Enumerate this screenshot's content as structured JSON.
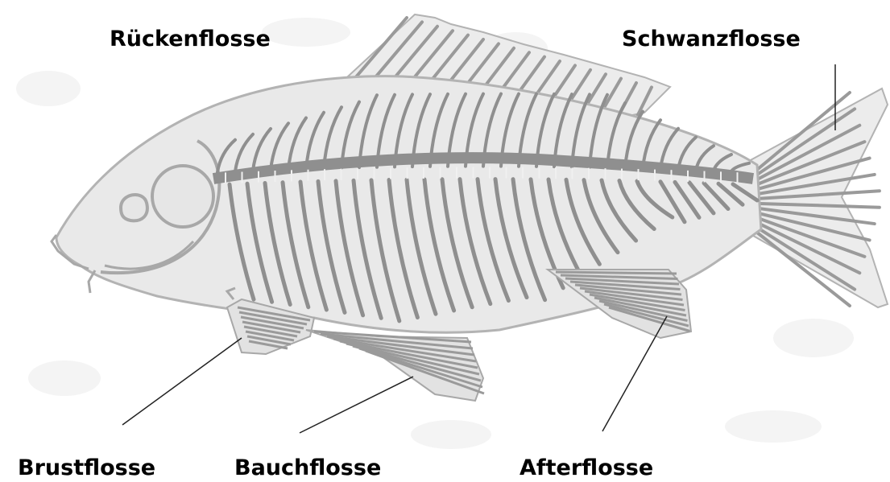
{
  "labels": {
    "ruecken": "Rückenflosse",
    "schwanz": "Schwanzflosse",
    "brust": "Brustflosse",
    "bauch": "Bauchflosse",
    "after": "Afterflosse"
  },
  "colors": {
    "background": "#ffffff",
    "body_fill": "#e9e9e9",
    "outline": "#b3b3b3",
    "bone": "#8f8f8f",
    "fin_ray": "#9a9a9a",
    "leader": "#222222",
    "text": "#000000"
  }
}
